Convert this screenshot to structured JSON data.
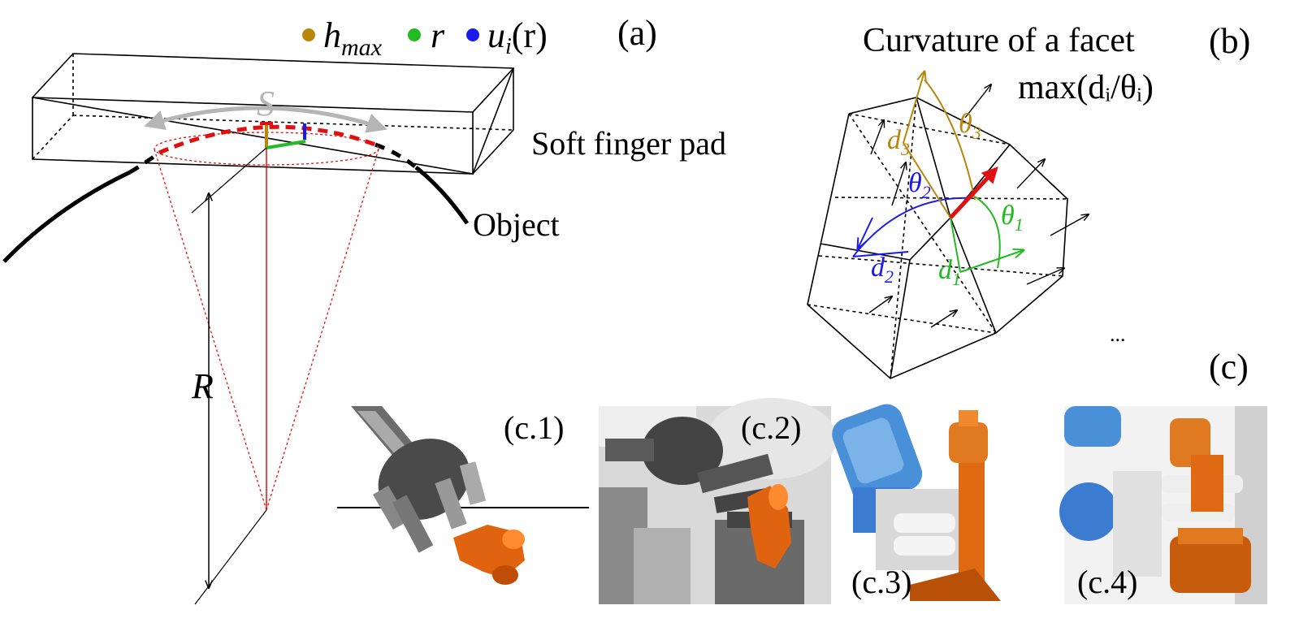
{
  "legend": {
    "items": [
      {
        "label": "h",
        "sub": "max",
        "color": "#b8860b"
      },
      {
        "label": "r",
        "sub": "",
        "color": "#22bb22"
      },
      {
        "label": "u",
        "sub": "i",
        "suffix": "(r)",
        "color": "#1a1aee"
      }
    ]
  },
  "panel_a": {
    "tag": "(a)",
    "pad_label": "Soft finger pad",
    "object_label": "Object",
    "arc_label": "S",
    "radius_label": "R"
  },
  "panel_b": {
    "tag": "(b)",
    "title": "Curvature of a facet",
    "formula": "max(dᵢ/θᵢ)",
    "labels": {
      "d1": "d",
      "d1_sub": "1",
      "d2": "d",
      "d2_sub": "2",
      "d3": "d",
      "d3_sub": "3",
      "t1": "θ",
      "t1_sub": "1",
      "t2": "θ",
      "t2_sub": "2",
      "t3": "θ",
      "t3_sub": "3"
    },
    "colors": {
      "d1": "#22bb22",
      "d2": "#1a1aee",
      "d3": "#b8860b",
      "normal": "#e01010"
    }
  },
  "panel_c": {
    "tag": "(c)",
    "ellipsis": "...",
    "subpanels": [
      "(c.1)",
      "(c.2)",
      "(c.3)",
      "(c.4)"
    ]
  }
}
